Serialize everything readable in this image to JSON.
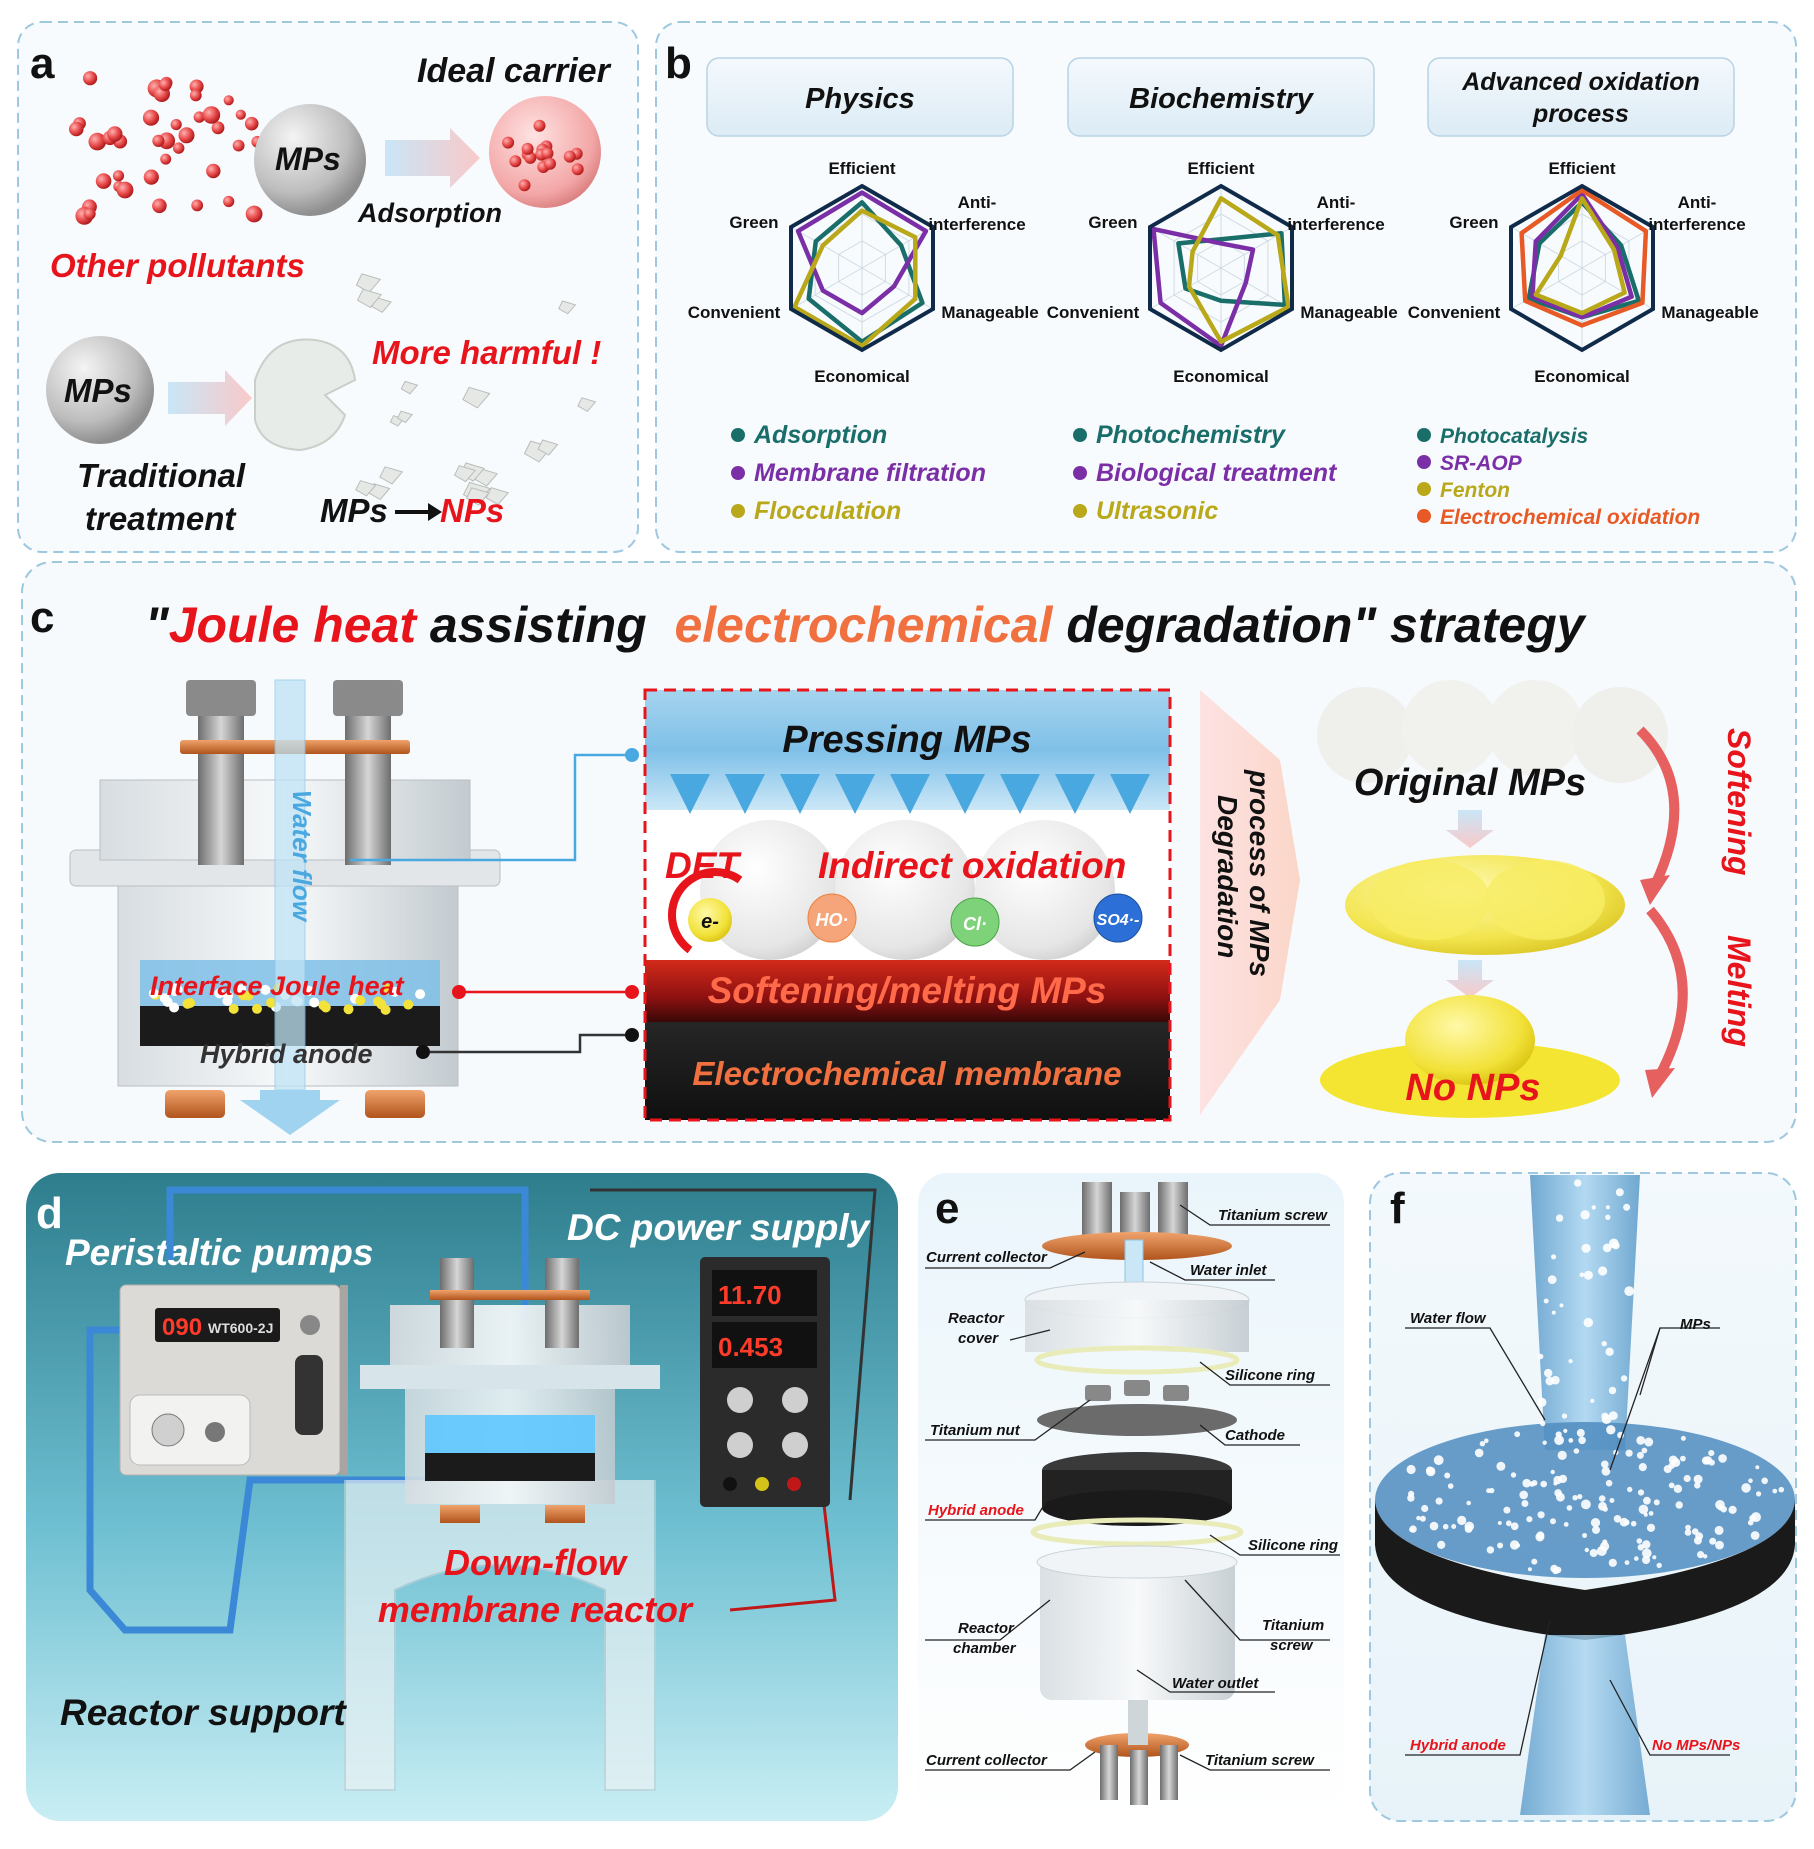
{
  "panels": {
    "a": {
      "letter": "a",
      "ideal_carrier": "Ideal carrier",
      "mps_1": "MPs",
      "adsorption": "Adsorption",
      "other_pollutants": "Other pollutants",
      "more_harmful": "More harmful !",
      "mps_2": "MPs",
      "traditional_1": "Traditional",
      "traditional_2": "treatment",
      "mps_3": "MPs",
      "nps": "NPs"
    },
    "b": {
      "letter": "b",
      "radars": [
        {
          "title": "Physics",
          "axes": [
            "Efficient",
            "Anti-interference",
            "Manageable",
            "Economical",
            "Convenient",
            "Green"
          ],
          "series": [
            {
              "name": "Adsorption",
              "color": "#1a6e6a",
              "values": [
                0.8,
                0.55,
                0.85,
                0.9,
                0.75,
                0.65
              ]
            },
            {
              "name": "Membrane filtration",
              "color": "#7b2fa6",
              "values": [
                0.92,
                0.9,
                0.45,
                0.55,
                0.55,
                0.9
              ]
            },
            {
              "name": "Flocculation",
              "color": "#b8a81a",
              "values": [
                0.7,
                0.75,
                0.75,
                0.95,
                0.95,
                0.55
              ]
            }
          ]
        },
        {
          "title": "Biochemistry",
          "axes": [
            "Efficient",
            "Anti-interference",
            "Manageable",
            "Economical",
            "Convenient",
            "Green"
          ],
          "series": [
            {
              "name": "Photochemistry",
              "color": "#1a6e6a",
              "values": [
                0.35,
                0.85,
                0.9,
                0.4,
                0.5,
                0.6
              ]
            },
            {
              "name": "Biological treatment",
              "color": "#7b2fa6",
              "values": [
                0.3,
                0.45,
                0.35,
                0.95,
                0.85,
                0.95
              ]
            },
            {
              "name": "Ultrasonic",
              "color": "#b8a81a",
              "values": [
                0.85,
                0.8,
                0.95,
                0.9,
                0.45,
                0.4
              ]
            }
          ]
        },
        {
          "title": "Advanced oxidation process",
          "axes": [
            "Efficient",
            "Anti-interference",
            "Manageable",
            "Economical",
            "Convenient",
            "Green"
          ],
          "series": [
            {
              "name": "Photocatalysis",
              "color": "#1a6e6a",
              "values": [
                0.8,
                0.55,
                0.8,
                0.6,
                0.75,
                0.6
              ]
            },
            {
              "name": "SR-AOP",
              "color": "#7b2fa6",
              "values": [
                0.9,
                0.5,
                0.7,
                0.6,
                0.7,
                0.65
              ]
            },
            {
              "name": "Fenton",
              "color": "#b8a81a",
              "values": [
                0.85,
                0.45,
                0.6,
                0.55,
                0.65,
                0.3
              ]
            },
            {
              "name": "Electrochemical oxidation",
              "color": "#e85a25",
              "values": [
                0.95,
                0.9,
                0.85,
                0.7,
                0.8,
                0.85
              ]
            }
          ]
        }
      ]
    },
    "c": {
      "letter": "c",
      "title_parts": [
        "\"",
        "Joule heat",
        " assisting  ",
        "electrochemical",
        " degradation\" strategy"
      ],
      "water_flow": "Water flow",
      "interface_joule": "Interface Joule heat",
      "hybrid_anode": "Hybrid anode",
      "pressing": "Pressing MPs",
      "det": "DET",
      "indirect": "Indirect oxidation",
      "ho": "HO·",
      "cl": "Cl·",
      "so4": "SO4·-",
      "e": "e-",
      "softening_melting": "Softening/melting MPs",
      "membrane": "Electrochemical membrane",
      "degradation_1": "Degradation",
      "degradation_2": "process of MPs",
      "original": "Original MPs",
      "no_nps": "No NPs",
      "softening": "Softening",
      "melting": "Melting"
    },
    "d": {
      "letter": "d",
      "peristaltic": "Peristaltic pumps",
      "dc": "DC power supply",
      "downflow_1": "Down-flow",
      "downflow_2": "membrane reactor",
      "support": "Reactor support",
      "pump_display": "090",
      "pump_model": "WT600-2J",
      "voltage": "11.70",
      "current": "0.453"
    },
    "e": {
      "letter": "e",
      "labels": {
        "titanium_screw_top": "Titanium screw",
        "current_collector_top": "Current collector",
        "water_inlet": "Water inlet",
        "reactor_cover_1": "Reactor",
        "reactor_cover_2": "cover",
        "silicone_ring_1": "Silicone ring",
        "titanium_nut": "Titanium nut",
        "cathode": "Cathode",
        "hybrid_anode": "Hybrid anode",
        "silicone_ring_2": "Silicone ring",
        "titanium_screw_mid_1": "Titanium",
        "titanium_screw_mid_2": "screw",
        "reactor_chamber_1": "Reactor",
        "reactor_chamber_2": "chamber",
        "water_outlet": "Water outlet",
        "current_collector_bottom": "Current collector",
        "titanium_screw_bottom": "Titanium screw"
      }
    },
    "f": {
      "letter": "f",
      "water_flow": "Water flow",
      "mps": "MPs",
      "hybrid_anode": "Hybrid anode",
      "no_mps": "No MPs/NPs"
    }
  },
  "colors": {
    "red": "#e8141b",
    "orange": "#f07040",
    "teal": "#1a6e6a",
    "purple": "#7b2fa6",
    "olive": "#b8a81a",
    "electro": "#e85a25",
    "panel_border": "#9ec8e0"
  }
}
